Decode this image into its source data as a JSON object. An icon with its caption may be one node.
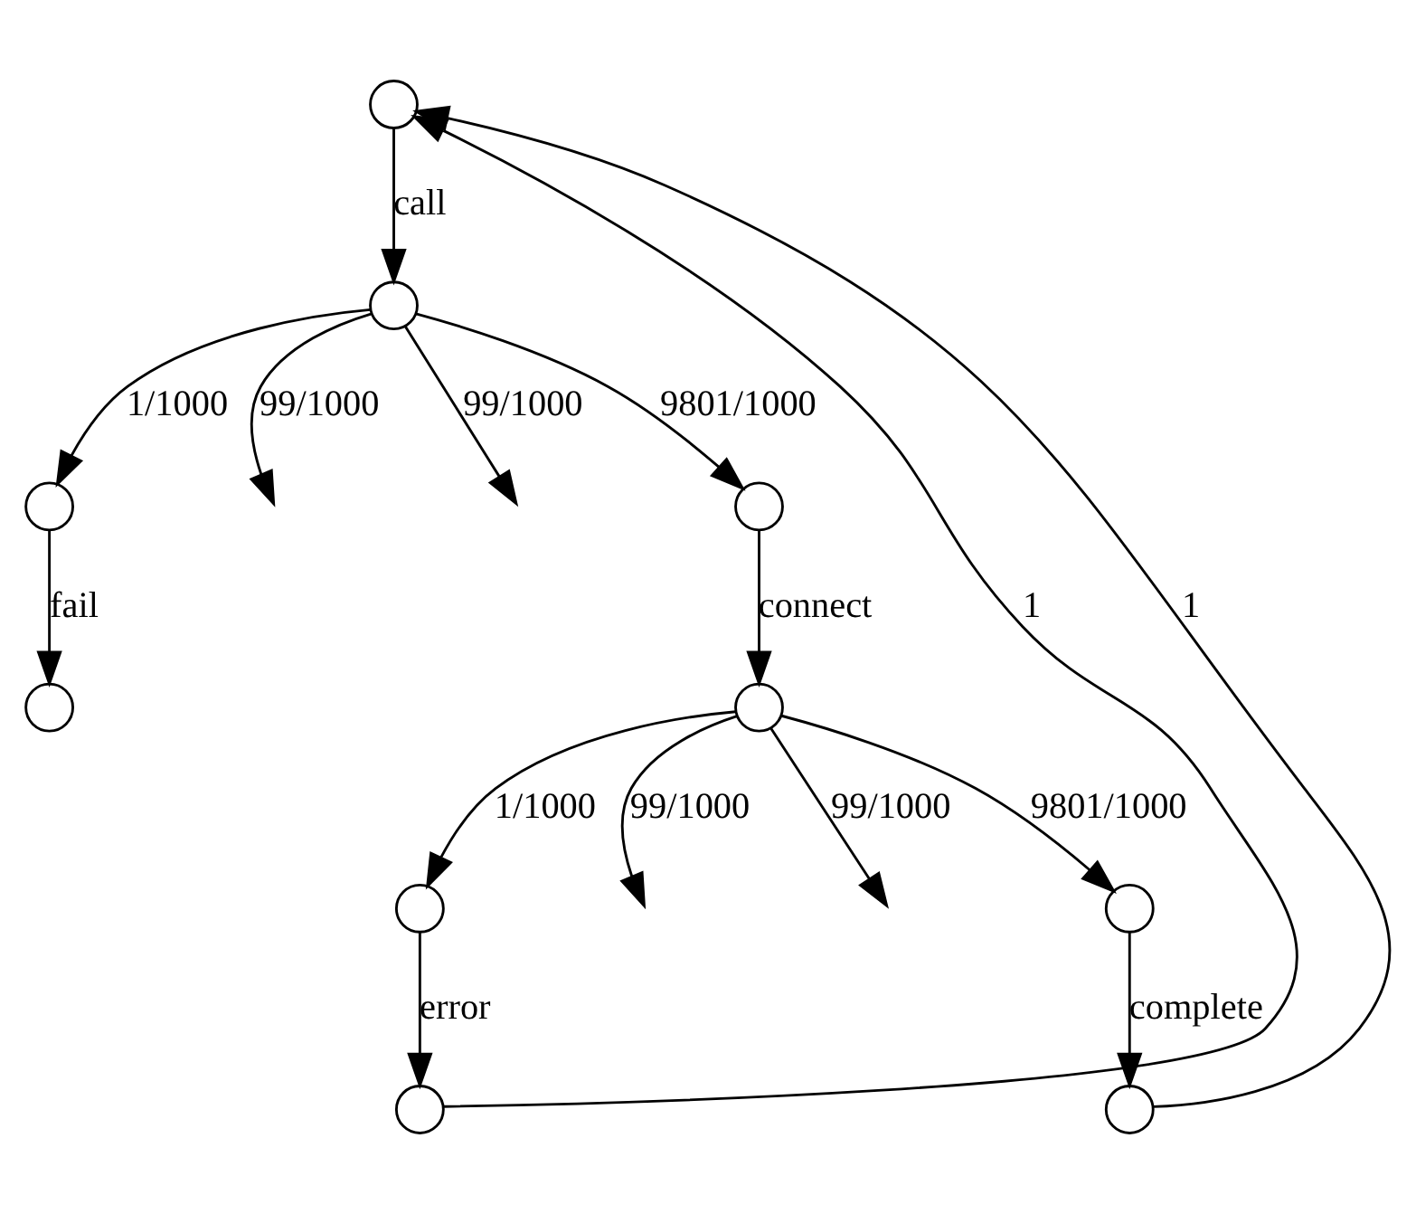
{
  "diagram": {
    "nodes": [
      {
        "text": [],
        "shape": "circle"
      },
      {
        "text": [],
        "shape": "circle"
      },
      {
        "text": [],
        "shape": "circle"
      },
      {
        "text": [],
        "shape": "circle"
      },
      {
        "text": [],
        "shape": "circle"
      },
      {
        "text": [],
        "shape": "circle"
      },
      {
        "text": [],
        "shape": "circle"
      },
      {
        "text": [],
        "shape": "circle"
      },
      {
        "text": [],
        "shape": "circle"
      },
      {
        "text": [],
        "shape": "circle"
      }
    ],
    "edges": [
      {
        "from": 0,
        "to": 1,
        "arrow": "to",
        "label": "call"
      },
      {
        "from": 1,
        "to": 2,
        "arrow": "to",
        "label": "1/1000"
      },
      {
        "from": 1,
        "to": null,
        "arrow": "to",
        "label": "99/1000"
      },
      {
        "from": 1,
        "to": null,
        "arrow": "to",
        "label": "99/1000"
      },
      {
        "from": 1,
        "to": 3,
        "arrow": "to",
        "label": "9801/1000"
      },
      {
        "from": 2,
        "to": 4,
        "arrow": "to",
        "label": "fail"
      },
      {
        "from": 3,
        "to": 5,
        "arrow": "to",
        "label": "connect"
      },
      {
        "from": 5,
        "to": 6,
        "arrow": "to",
        "label": "1/1000"
      },
      {
        "from": 5,
        "to": null,
        "arrow": "to",
        "label": "99/1000"
      },
      {
        "from": 5,
        "to": null,
        "arrow": "to",
        "label": "99/1000"
      },
      {
        "from": 5,
        "to": 7,
        "arrow": "to",
        "label": "9801/1000"
      },
      {
        "from": 6,
        "to": 8,
        "arrow": "to",
        "label": "error"
      },
      {
        "from": 7,
        "to": 9,
        "arrow": "to",
        "label": "complete"
      },
      {
        "from": 8,
        "to": 0,
        "arrow": "to",
        "label": "1"
      },
      {
        "from": 9,
        "to": 0,
        "arrow": "to",
        "label": "1"
      }
    ]
  }
}
